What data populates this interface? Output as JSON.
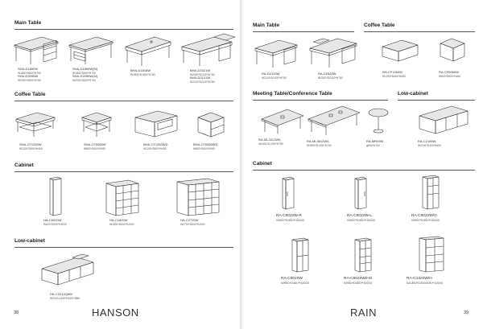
{
  "left": {
    "sections": {
      "main": "Main Table",
      "coffee": "Coffee Table",
      "cabinet": "Cabinet",
      "lowcab": "Low-cabinet"
    },
    "items": [
      {
        "code": "SHA-D1890W",
        "sizes": [
          "W1800*D800*H750",
          "SHA-D2090W",
          "W2000*D800*H750"
        ]
      },
      {
        "code": "SHA-D1890W(M)",
        "sizes": [
          "W1800*D800*H750",
          "SHA-D2090W(M)",
          "W2000*D800*H750"
        ]
      },
      {
        "code": "BHA-D1818W",
        "sizes": [
          "W1800*D1800*H750"
        ]
      },
      {
        "code": "BHA-D2421W",
        "sizes": [
          "W2400*D2100*H750",
          "BHA-D2121W",
          "W2100*D2100*H750"
        ]
      },
      {
        "code": "SHA-CF1260W",
        "sizes": [
          "W1200*D600*H450"
        ]
      },
      {
        "code": "SHA-CF6060W",
        "sizes": [
          "W600*D600*H450"
        ]
      },
      {
        "code": "BHA-CF1260WD",
        "sizes": [
          "W1200*D600*H450"
        ]
      },
      {
        "code": "BHA-CF6060WD",
        "sizes": [
          "W600*D600*H450"
        ]
      },
      {
        "code": "HA-C6020W",
        "sizes": [
          "W600*D500*H2000"
        ]
      },
      {
        "code": "HA-C1820W",
        "sizes": [
          "W1800*D500*H2000"
        ]
      },
      {
        "code": "HA-C2720W",
        "sizes": [
          "W2700*D500*H2000"
        ]
      },
      {
        "code": "HA-C2212Q8W",
        "sizes": [
          "W2100-2400*D400*H850"
        ]
      }
    ],
    "brand": "HANSON",
    "page_no": "38"
  },
  "right": {
    "sections": {
      "main": "Main Table",
      "coffee": "Coffee Table",
      "meeting": "Meeting Table/Conference Table",
      "lowcab": "Low-cabinet",
      "cabinet": "Cabinet"
    },
    "items": [
      {
        "code": "RA-D2120W",
        "sizes": [
          "W2100*D2000*H750"
        ]
      },
      {
        "code": "RA-D2520W",
        "sizes": [
          "W2520*D2000*H750"
        ]
      },
      {
        "code": "RA-CF1260W",
        "sizes": [
          "W1200*D600*H450"
        ]
      },
      {
        "code": "RA-CF6060W",
        "sizes": [
          "W600*D600*H450"
        ]
      },
      {
        "code": "RA-ML2412W/L",
        "sizes": [
          "W2400*D1200*H750"
        ]
      },
      {
        "code": "RA-ML3612W/L",
        "sizes": [
          "W3600*D1200*H750"
        ]
      },
      {
        "code": "RA-MR09W",
        "sizes": [
          "φ900*H750"
        ]
      },
      {
        "code": "RA-C2185W",
        "sizes": [
          "W2100*D400*H850"
        ]
      },
      {
        "code": "RA-C6020W-R",
        "sizes": [
          "W600*D450*H2000"
        ]
      },
      {
        "code": "RA-C6020W-L",
        "sizes": [
          "W600*D450*H2000"
        ]
      },
      {
        "code": "RA-C9020W/G",
        "sizes": [
          "W900*D450*H2000"
        ]
      },
      {
        "code": "RA-C9020W",
        "sizes": [
          "W900*D450*H2000"
        ]
      },
      {
        "code": "RA-C9020W/HG",
        "sizes": [
          "W900*D450*H2000"
        ]
      },
      {
        "code": "RA-C1320W/H",
        "sizes": [
          "W1350*D450/530*H2000"
        ]
      }
    ],
    "brand": "RAIN",
    "page_no": "39"
  }
}
